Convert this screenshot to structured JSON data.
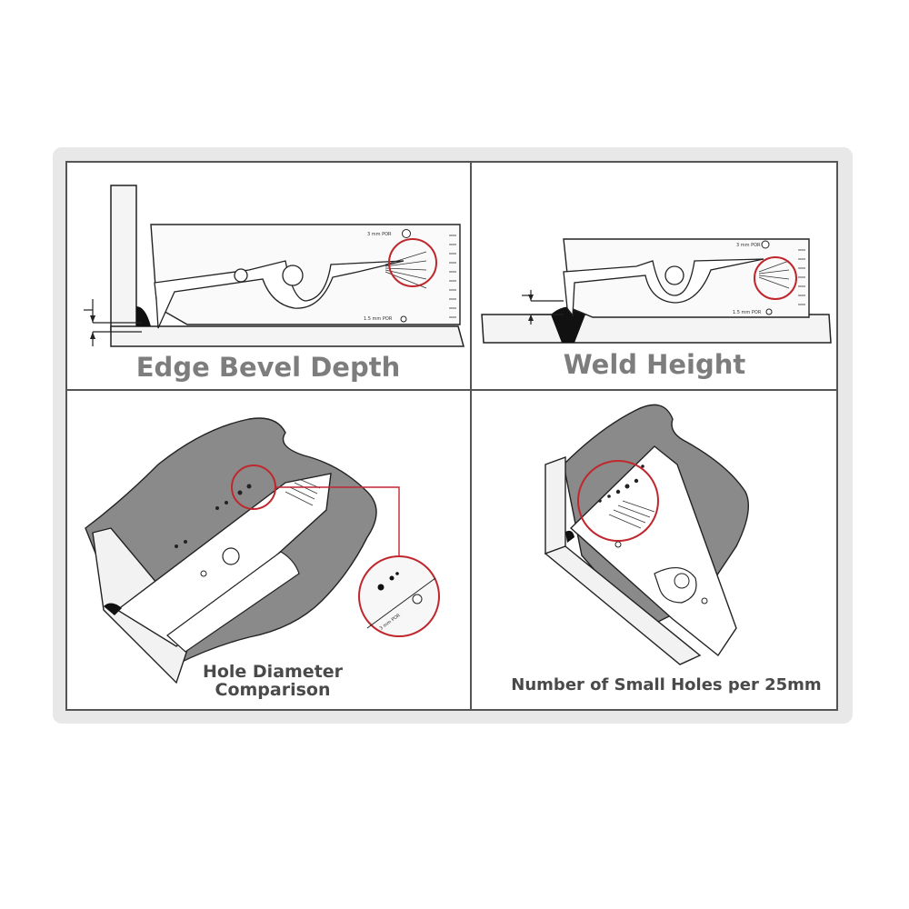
{
  "panels": [
    {
      "label": "Edge Bevel Depth",
      "gauge_text": [
        "3 mm POR",
        "1.5 mm POR"
      ]
    },
    {
      "label": "Weld Height",
      "gauge_text": [
        "3 mm POR",
        "1.5 mm POR"
      ]
    },
    {
      "label_lines": [
        "Hole Diameter",
        "Comparison"
      ],
      "gauge_text": [
        "3 mm POR"
      ]
    },
    {
      "label": "Number of Small Holes per 25mm"
    }
  ],
  "colors": {
    "highlight_circle": "#c0272d",
    "steel_gray": "#8a8a8a",
    "outline": "#222222",
    "caption_gray": "#7d7d7d",
    "caption_dark": "#4a4a4a"
  },
  "icons": [
    "edge-bevel-gauge-icon",
    "weld-height-gauge-icon",
    "hole-diameter-gauge-icon",
    "small-holes-gauge-icon"
  ]
}
